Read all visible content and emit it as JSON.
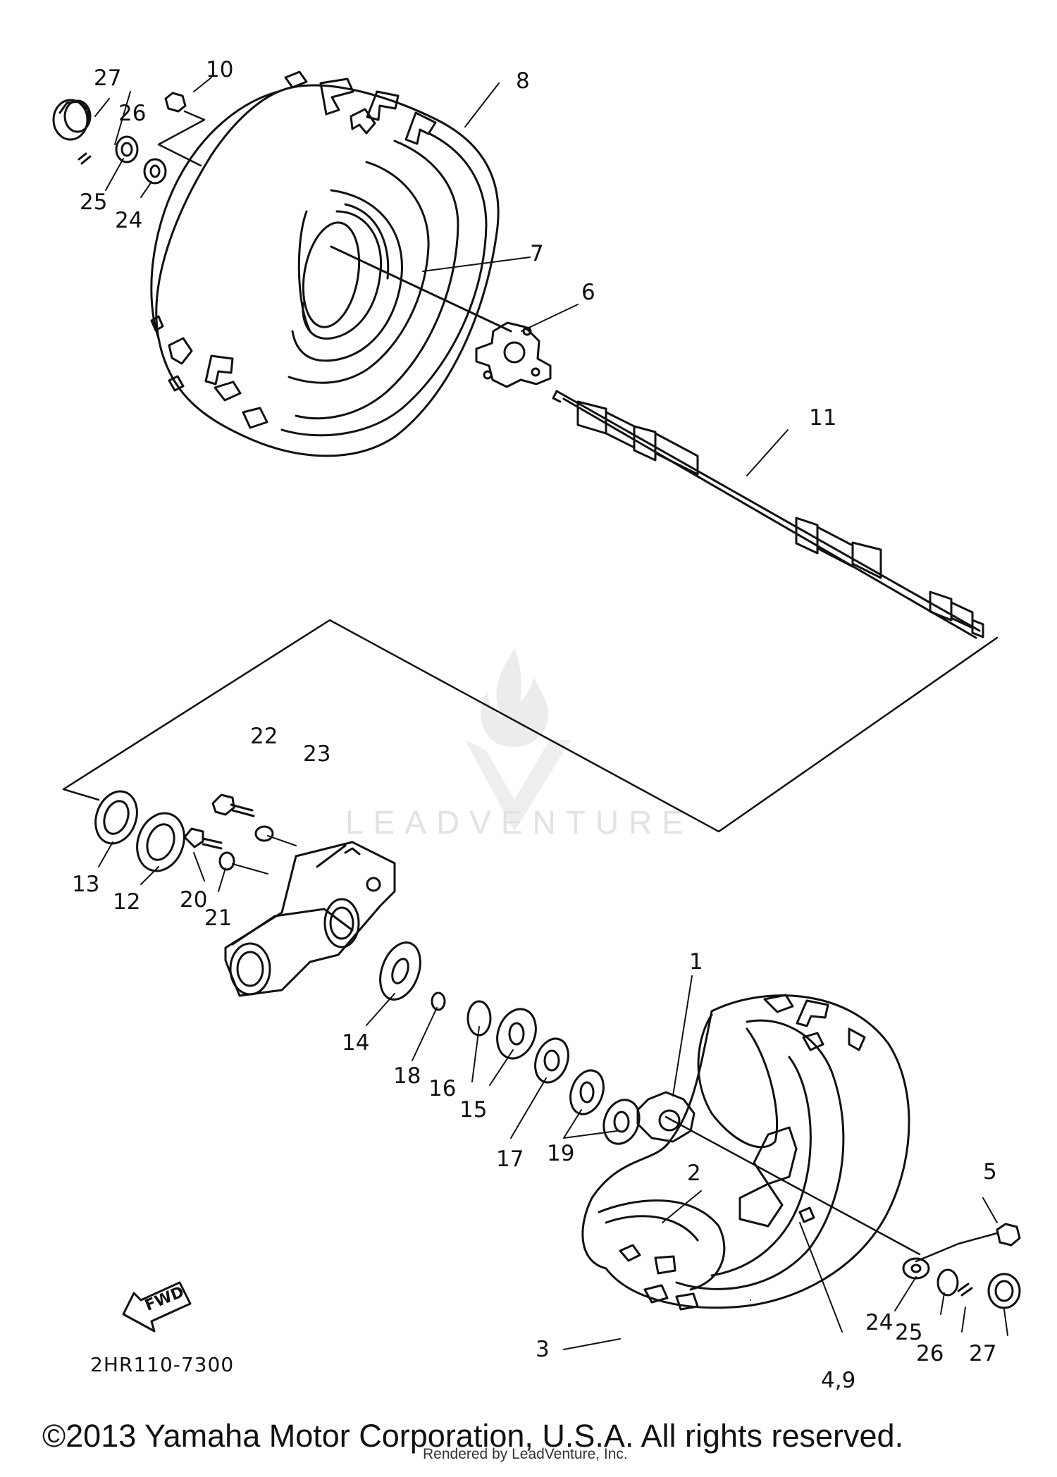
{
  "diagram": {
    "code": "2HR110-7300",
    "fwd_label": "FWD",
    "watermark": "LEADVENTURE",
    "copyright": "©2013 Yamaha Motor Corporation, U.S.A. All rights reserved.",
    "rendered_by": "Rendered by LeadVenture, Inc."
  },
  "callouts": {
    "c1": "1",
    "c2": "2",
    "c3": "3",
    "c4_9": "4,9",
    "c5": "5",
    "c6": "6",
    "c7": "7",
    "c8": "8",
    "c10": "10",
    "c11": "11",
    "c12": "12",
    "c13": "13",
    "c14": "14",
    "c15": "15",
    "c16": "16",
    "c17": "17",
    "c18": "18",
    "c19": "19",
    "c20": "20",
    "c21": "21",
    "c22": "22",
    "c23": "23",
    "c24_top": "24",
    "c25_top": "25",
    "c26_top": "26",
    "c27_top": "27",
    "c24_bot": "24",
    "c25_bot": "25",
    "c26_bot": "26",
    "c27_bot": "27"
  }
}
